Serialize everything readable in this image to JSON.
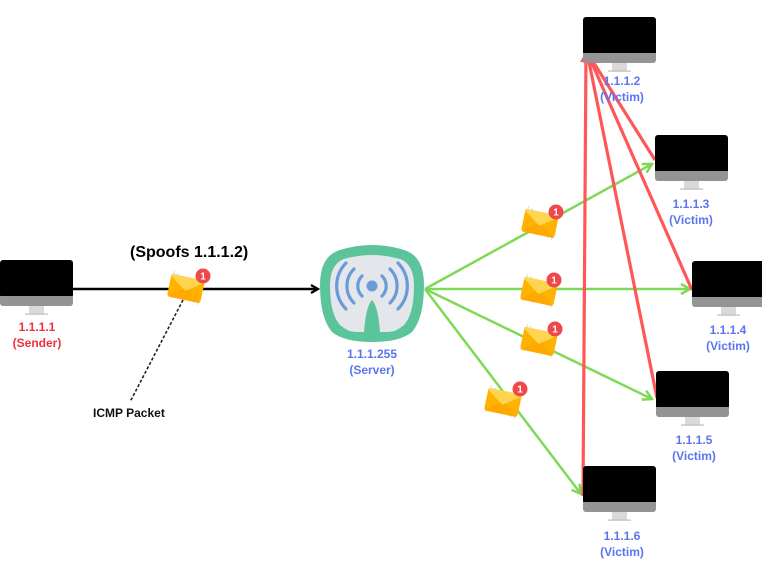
{
  "diagram": {
    "title_annotation": "(Spoofs  1.1.1.2)",
    "packet_label": "ICMP Packet",
    "colors": {
      "sender": "#f0303a",
      "victim_label": "#5b74f0",
      "broadcast_line": "#7ed957",
      "reply_line": "#ff5757",
      "send_line": "#000000",
      "server_frame": "#5cc49b",
      "server_waves": "#6a9bd8",
      "envelope": "#ffc21a",
      "badge": "#f0484a"
    },
    "sender": {
      "ip": "1.1.1.1",
      "role": "(Sender)"
    },
    "server": {
      "ip": "1.1.1.255",
      "role": "(Server)"
    },
    "victims": [
      {
        "ip": "1.1.1.2",
        "role": "(Victim)"
      },
      {
        "ip": "1.1.1.3",
        "role": "(Victim)"
      },
      {
        "ip": "1.1.1.4",
        "role": "(Victim)"
      },
      {
        "ip": "1.1.1.5",
        "role": "(Victim)"
      },
      {
        "ip": "1.1.1.6",
        "role": "(Victim)"
      }
    ],
    "envelope_badge": "1",
    "edges": [
      {
        "from": "1.1.1.1",
        "to": "1.1.1.255",
        "kind": "send"
      },
      {
        "from": "1.1.1.255",
        "to": "1.1.1.3",
        "kind": "broadcast"
      },
      {
        "from": "1.1.1.255",
        "to": "1.1.1.4",
        "kind": "broadcast"
      },
      {
        "from": "1.1.1.255",
        "to": "1.1.1.5",
        "kind": "broadcast"
      },
      {
        "from": "1.1.1.255",
        "to": "1.1.1.6",
        "kind": "broadcast"
      },
      {
        "from": "1.1.1.3",
        "to": "1.1.1.2",
        "kind": "reply"
      },
      {
        "from": "1.1.1.4",
        "to": "1.1.1.2",
        "kind": "reply"
      },
      {
        "from": "1.1.1.5",
        "to": "1.1.1.2",
        "kind": "reply"
      },
      {
        "from": "1.1.1.6",
        "to": "1.1.1.2",
        "kind": "reply"
      }
    ]
  }
}
